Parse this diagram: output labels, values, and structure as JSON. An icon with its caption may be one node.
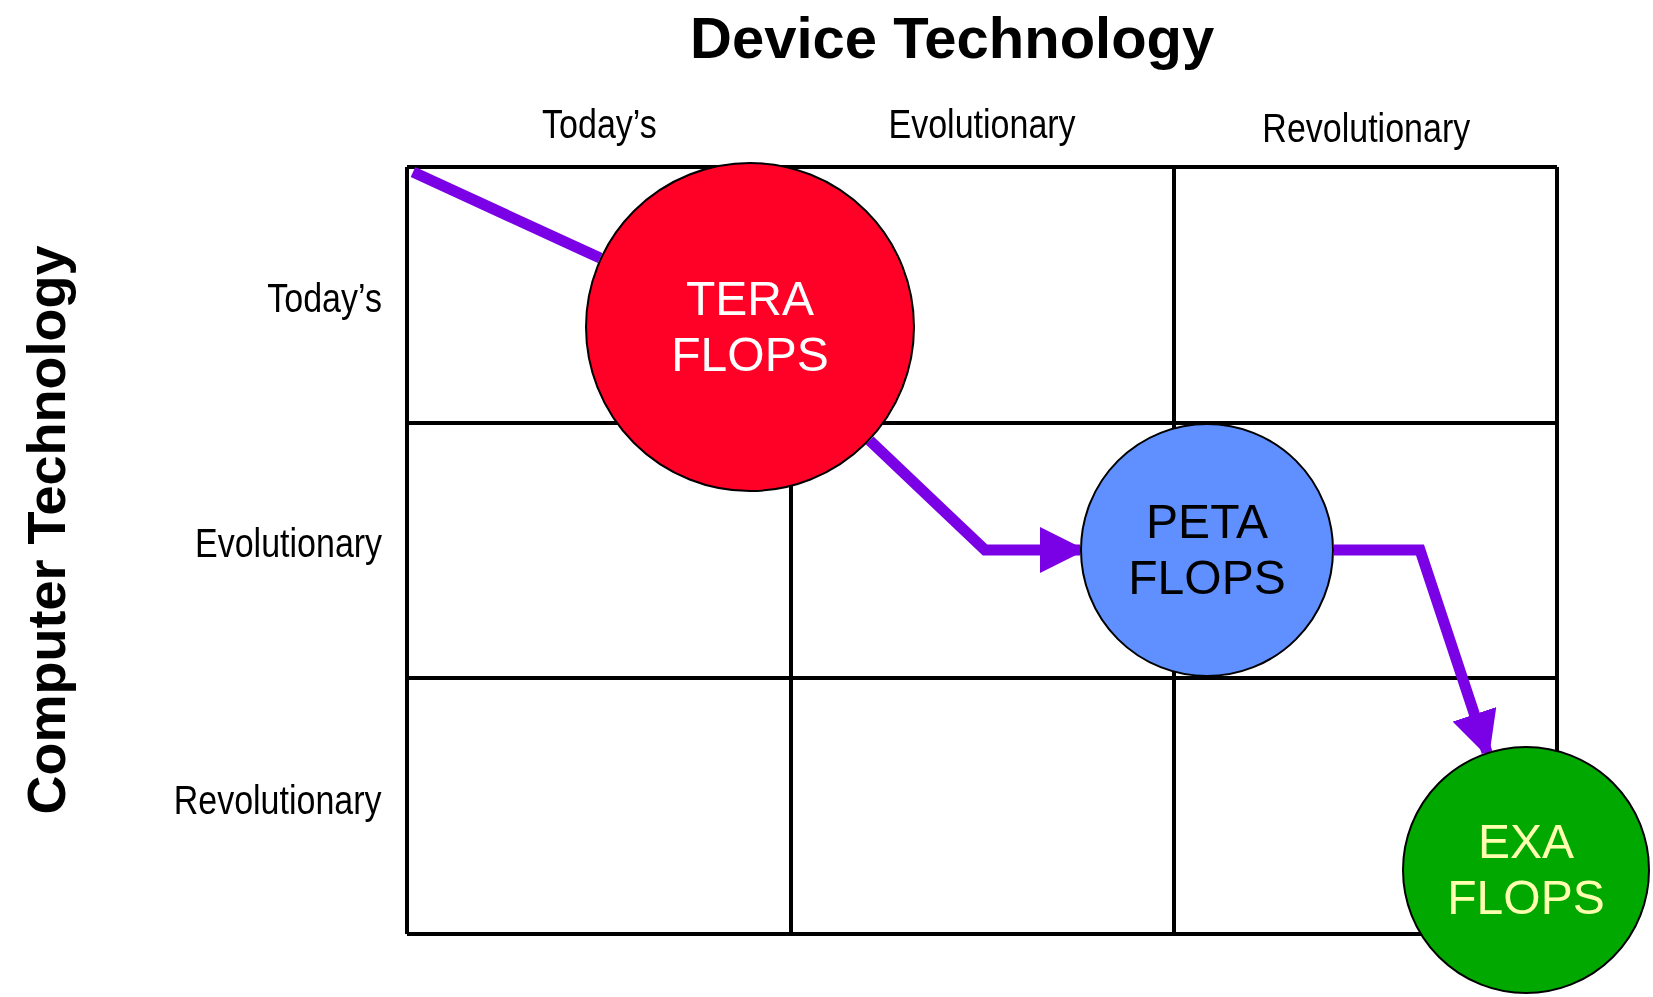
{
  "diagram": {
    "title": "Device Technology",
    "nodes": [
      {
        "text": [
          "TERA FLOPS"
        ]
      },
      {
        "text": [
          "PETA FLOPS"
        ]
      },
      {
        "text": [
          "EXA FLOPS"
        ]
      }
    ],
    "edges": [
      {
        "from": null,
        "to": 0,
        "arrow": "none"
      },
      {
        "from": 0,
        "to": 1,
        "arrow": "to"
      },
      {
        "from": 1,
        "to": 2,
        "arrow": "to"
      }
    ],
    "labels": [
      "Today’s",
      "Evolutionary",
      "Revolutionary",
      "Computer Technology",
      "Today’s",
      "Evolutionary",
      "Revolutionary"
    ]
  }
}
